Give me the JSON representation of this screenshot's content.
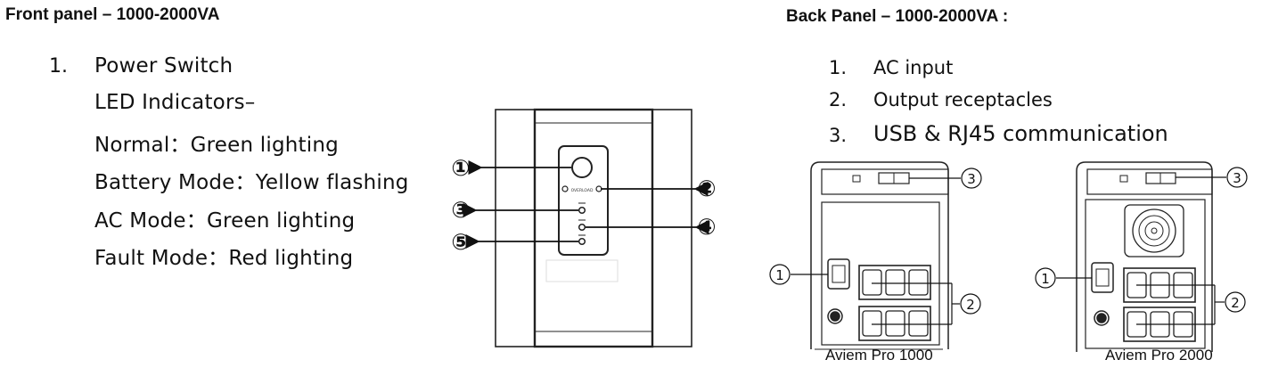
{
  "front": {
    "heading": "Front panel – 1000-2000VA",
    "list_number": "1.",
    "lines": [
      "Power Switch",
      "LED Indicators–",
      "Normal：Green lighting",
      "Battery Mode：Yellow flashing",
      "AC Mode：Green lighting",
      "Fault Mode：Red lighting"
    ],
    "callouts": [
      "①",
      "②",
      "③",
      "④",
      "⑤"
    ],
    "panel_label": "OVERLOAD"
  },
  "back": {
    "heading": "Back Panel – 1000-2000VA :",
    "items": [
      {
        "number": "1.",
        "label": "AC input"
      },
      {
        "number": "2.",
        "label": "Output receptacles"
      },
      {
        "number": "3.",
        "label": "USB & RJ45  communication"
      }
    ],
    "callouts": [
      "1",
      "2",
      "3"
    ],
    "models": [
      "Aviem Pro 1000",
      "Aviem Pro 2000"
    ]
  }
}
